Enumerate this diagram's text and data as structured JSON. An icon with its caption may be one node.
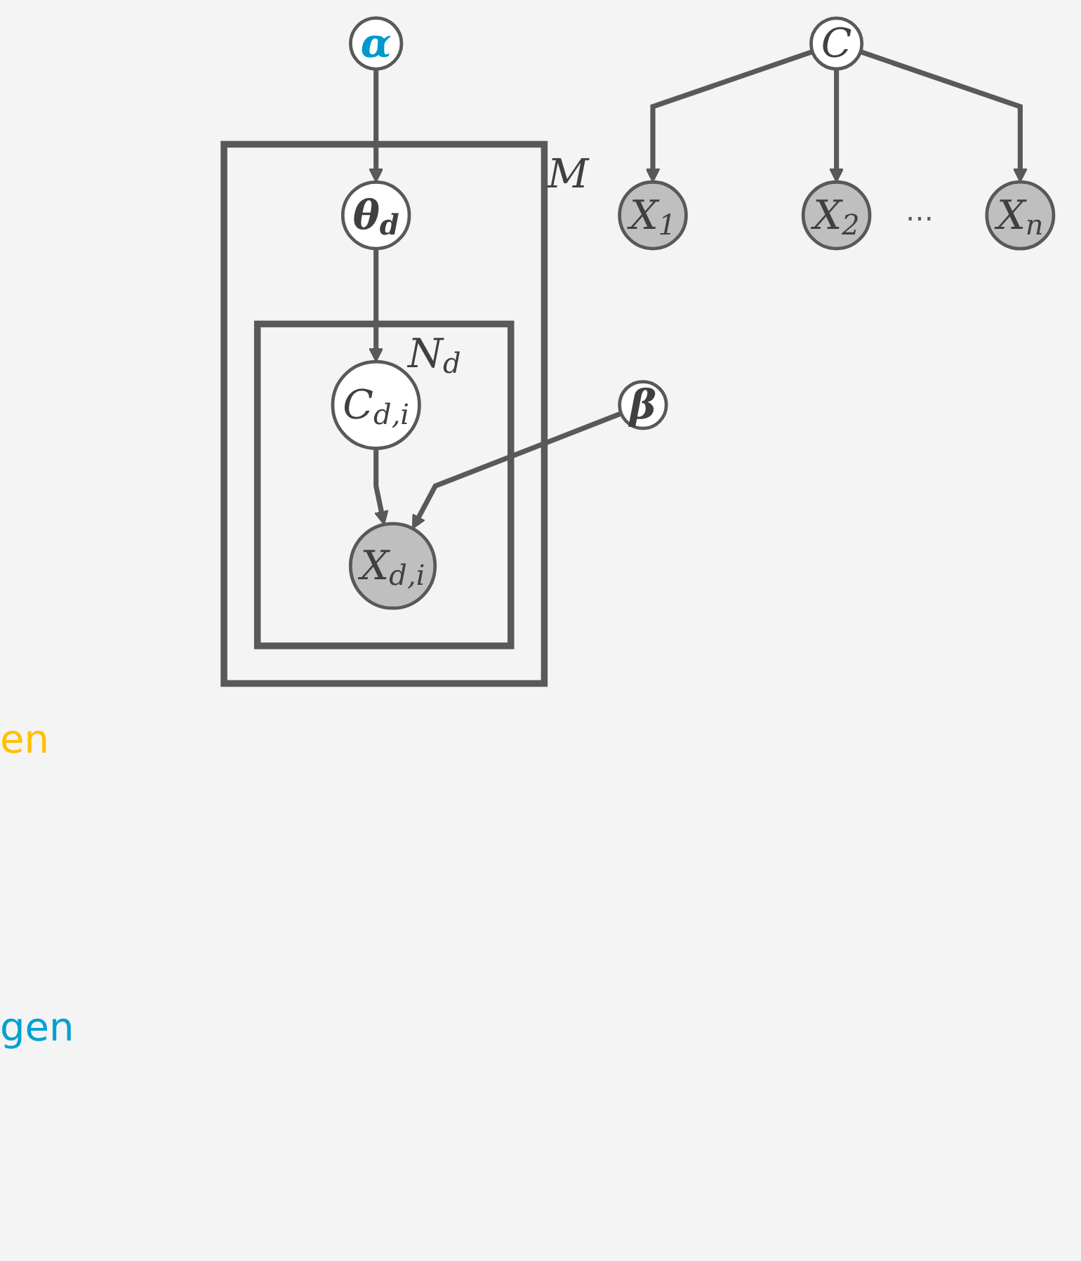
{
  "diagram": {
    "nodes": [
      {
        "text": [
          "C"
        ]
      },
      {
        "text": [
          "X$_{1}$"
        ]
      },
      {
        "text": [
          "X$_{2}$"
        ]
      },
      {
        "text": [
          "X$_{n}$"
        ]
      },
      {
        "text": [
          "α"
        ]
      },
      {
        "text": [
          "M"
        ]
      },
      {
        "text": [
          "θ$_{d}$"
        ],
        "in": 5
      },
      {
        "text": [
          "N$_{d}$"
        ],
        "in": 5
      },
      {
        "text": [
          "C$_{d,i}$"
        ],
        "in": 7
      },
      {
        "text": [
          "X$_{d,i}$"
        ],
        "in": 7
      },
      {
        "text": [
          "β"
        ]
      }
    ],
    "edges": [
      {
        "from": 0,
        "to": 1,
        "arrow": "to"
      },
      {
        "from": 0,
        "to": 2,
        "arrow": "to"
      },
      {
        "from": 0,
        "to": 3,
        "arrow": "to"
      },
      {
        "from": 4,
        "to": 6,
        "arrow": "to"
      },
      {
        "from": 6,
        "to": 8,
        "arrow": "to"
      },
      {
        "from": 8,
        "to": 9,
        "arrow": "to"
      },
      {
        "from": 10,
        "to": 9,
        "arrow": "to"
      }
    ],
    "labels": [
      "…",
      "en",
      "gen"
    ]
  }
}
